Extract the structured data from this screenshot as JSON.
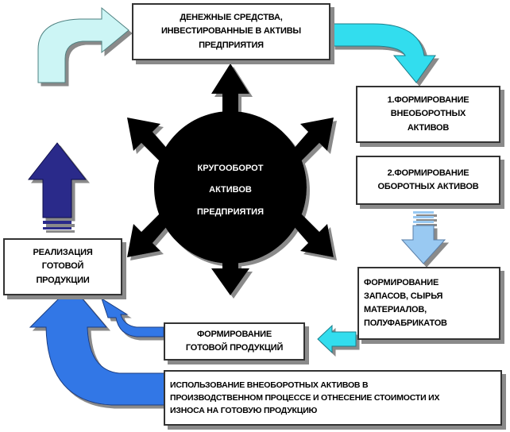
{
  "center": {
    "label": "КРУГООБОРОТ\nАКТИВОВ\nПРЕДПРИЯТИЯ"
  },
  "boxes": {
    "money_invested": "ДЕНЕЖНЫЕ СРЕДСТВА,\nИНВЕСТИРОВАННЫЕ В АКТИВЫ\nПРЕДПРИЯТИЯ",
    "non_current_formation": "1.ФОРМИРОВАНИЕ\nВНЕОБОРОТНЫХ\nАКТИВОВ",
    "current_formation": "2.ФОРМИРОВАНИЕ\nОБОРОТНЫХ АКТИВОВ",
    "inventory_formation": "ФОРМИРОВАНИЕ\nЗАПАСОВ, СЫРЬЯ\nМАТЕРИАЛОВ,\nПОЛУФАБРИКАТОВ",
    "finished_goods_formation": "ФОРМИРОВАНИЕ\nГОТОВОЙ ПРОДУКЦИЙ",
    "depreciation_usage": "ИСПОЛЬЗОВАНИЕ ВНЕОБОРОТНЫХ АКТИВОВ В\nПРОИЗВОДСТВЕННОМ ПРОЦЕССЕ И ОТНЕСЕНИЕ СТОИМОСТИ ИХ\nИЗНОСА НА ГОТОВУЮ ПРОДУКЦИЮ",
    "sales": "РЕАЛИЗАЦИЯ\nГОТОВОЙ\nПРОДУКЦИИ"
  },
  "colors": {
    "circle": "#000000",
    "arrow_light_cyan": "#ccf5f5",
    "arrow_cyan": "#33ddee",
    "arrow_light_blue": "#99c9f2",
    "arrow_blue": "#3377e6",
    "arrow_navy": "#2a2a8a"
  }
}
